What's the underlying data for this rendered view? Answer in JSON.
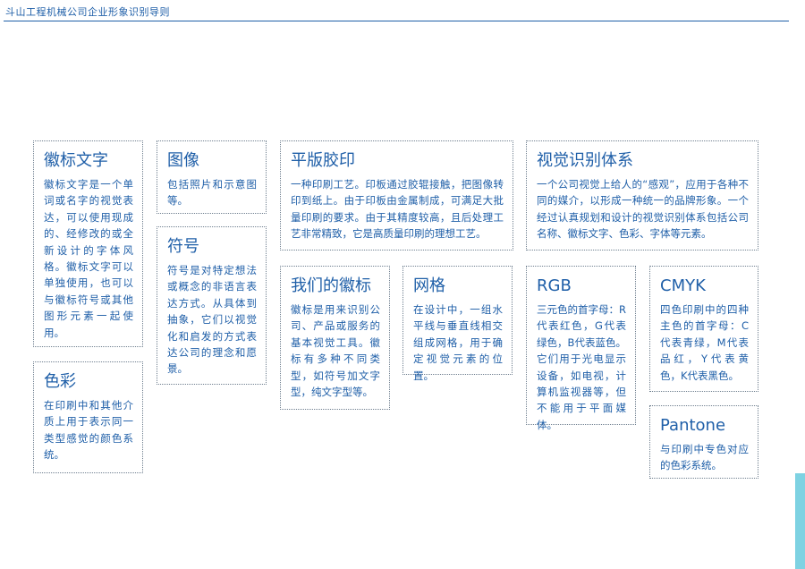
{
  "header": {
    "title": "斗山工程机械公司企业形象识别导则"
  },
  "cards": {
    "logotype": {
      "title": "徽标文字",
      "body": "徽标文字是一个单词或名字的视觉表达，可以使用现成的、经修改的或全新设计的字体风格。徽标文字可以单独使用，也可以与徽标符号或其他图形元素一起使用。"
    },
    "color": {
      "title": "色彩",
      "body": "在印刷中和其他介质上用于表示同一类型感觉的颜色系统。"
    },
    "image": {
      "title": "图像",
      "body": "包括照片和示意图等。"
    },
    "symbol": {
      "title": "符号",
      "body": "符号是对特定想法或概念的非语言表达方式。从具体到抽象，它们以视觉化和启发的方式表达公司的理念和愿景。"
    },
    "offset": {
      "title": "平版胶印",
      "body": "一种印刷工艺。印板通过胶辊接触，把图像转印到纸上。由于印板由金属制成，可满足大批量印刷的要求。由于其精度较高，且后处理工艺非常精致，它是高质量印刷的理想工艺。"
    },
    "our_logo": {
      "title": "我们的徽标",
      "body": "徽标是用来识别公司、产品或服务的基本视觉工具。徽标有多种不同类型，如符号加文字型，纯文字型等。"
    },
    "grid": {
      "title": "网格",
      "body": "在设计中，一组水平线与垂直线相交组成网格，用于确定视觉元素的位置。"
    },
    "vi_system": {
      "title": "视觉识别体系",
      "body": "一个公司视觉上给人的“感观”，应用于各种不同的媒介，以形成一种统一的品牌形象。一个经过认真规划和设计的视觉识别体系包括公司名称、徽标文字、色彩、字体等元素。"
    },
    "rgb": {
      "title": "RGB",
      "body": "三元色的首字母：R代表红色，G代表绿色，B代表蓝色。它们用于光电显示设备，如电视，计算机监视器等，但不能用于平面媒体。"
    },
    "cmyk": {
      "title": "CMYK",
      "body": "四色印刷中的四种主色的首字母：C代表青绿，M代表品红，Y代表黄色，K代表黑色。"
    },
    "pantone": {
      "title": "Pantone",
      "body": "与印刷中专色对应的色彩系统。"
    }
  },
  "colors": {
    "text": "#1f5fa8",
    "border": "#6f7f8f",
    "accent": "#7ed2e2"
  }
}
